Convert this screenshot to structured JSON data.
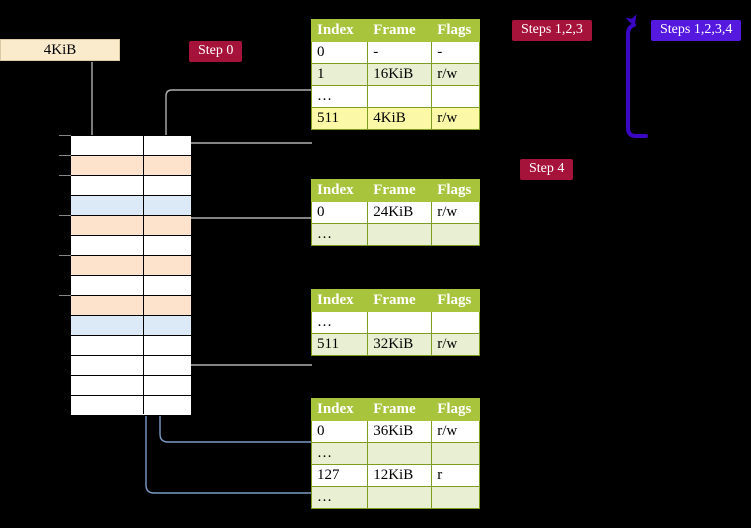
{
  "page": {
    "background_color": "#000000",
    "memory_label": "4KiB"
  },
  "badges": {
    "step0": "Step 0",
    "step123": "Steps 1,2,3",
    "step1234": "Steps 1,2,3,4",
    "step4": "Step 4"
  },
  "colors": {
    "badge_red": "#A5123A",
    "badge_violet": "#5518DE",
    "table_header": "#A8C43C",
    "table_alt_row": "#E9EFD2",
    "highlight_yellow": "#FBF8A8",
    "grid_peach": "#FDE2CC",
    "grid_blue": "#DCE9F7",
    "memlabel_bg": "#FAEBCD",
    "wire_gray": "#AFAFAF",
    "wire_blue": "#7C9BC4",
    "arrow_blue_dark": "#3D6DA8",
    "bracket_purple": "#3A07C4"
  },
  "columns": [
    "Index",
    "Frame",
    "Flags"
  ],
  "tables": [
    {
      "name": "pml4-table",
      "rows": [
        {
          "index": "0",
          "frame": "-",
          "flags": "-",
          "style": "plain",
          "highlight": false
        },
        {
          "index": "1",
          "frame": "16KiB",
          "flags": "r/w",
          "style": "alt",
          "highlight": false
        },
        {
          "index": "…",
          "frame": "",
          "flags": "",
          "style": "plain",
          "highlight": false
        },
        {
          "index": "511",
          "frame": "4KiB",
          "flags": "r/w",
          "style": "alt",
          "highlight": true
        }
      ]
    },
    {
      "name": "pdp-table",
      "rows": [
        {
          "index": "0",
          "frame": "24KiB",
          "flags": "r/w",
          "style": "plain",
          "highlight": false
        },
        {
          "index": "…",
          "frame": "",
          "flags": "",
          "style": "alt",
          "highlight": false
        }
      ]
    },
    {
      "name": "pd-table",
      "rows": [
        {
          "index": "…",
          "frame": "",
          "flags": "",
          "style": "plain",
          "highlight": false
        },
        {
          "index": "511",
          "frame": "32KiB",
          "flags": "r/w",
          "style": "alt",
          "highlight": false
        }
      ]
    },
    {
      "name": "pt-table",
      "rows": [
        {
          "index": "0",
          "frame": "36KiB",
          "flags": "r/w",
          "style": "plain",
          "highlight": false
        },
        {
          "index": "…",
          "frame": "",
          "flags": "",
          "style": "alt",
          "highlight": false
        },
        {
          "index": "127",
          "frame": "12KiB",
          "flags": "r",
          "style": "plain",
          "highlight": false
        },
        {
          "index": "…",
          "frame": "",
          "flags": "",
          "style": "alt",
          "highlight": false
        }
      ]
    }
  ],
  "memory_grid": {
    "row_count": 14,
    "rows": [
      {
        "fill": "#FFFFFF"
      },
      {
        "fill": "#FDE2CC"
      },
      {
        "fill": "#FFFFFF"
      },
      {
        "fill": "#DCE9F7"
      },
      {
        "fill": "#FDE2CC"
      },
      {
        "fill": "#FFFFFF"
      },
      {
        "fill": "#FDE2CC"
      },
      {
        "fill": "#FFFFFF"
      },
      {
        "fill": "#FDE2CC"
      },
      {
        "fill": "#DCE9F7"
      },
      {
        "fill": "#FFFFFF"
      },
      {
        "fill": "#FFFFFF"
      },
      {
        "fill": "#FFFFFF"
      },
      {
        "fill": "#FFFFFF"
      }
    ]
  }
}
